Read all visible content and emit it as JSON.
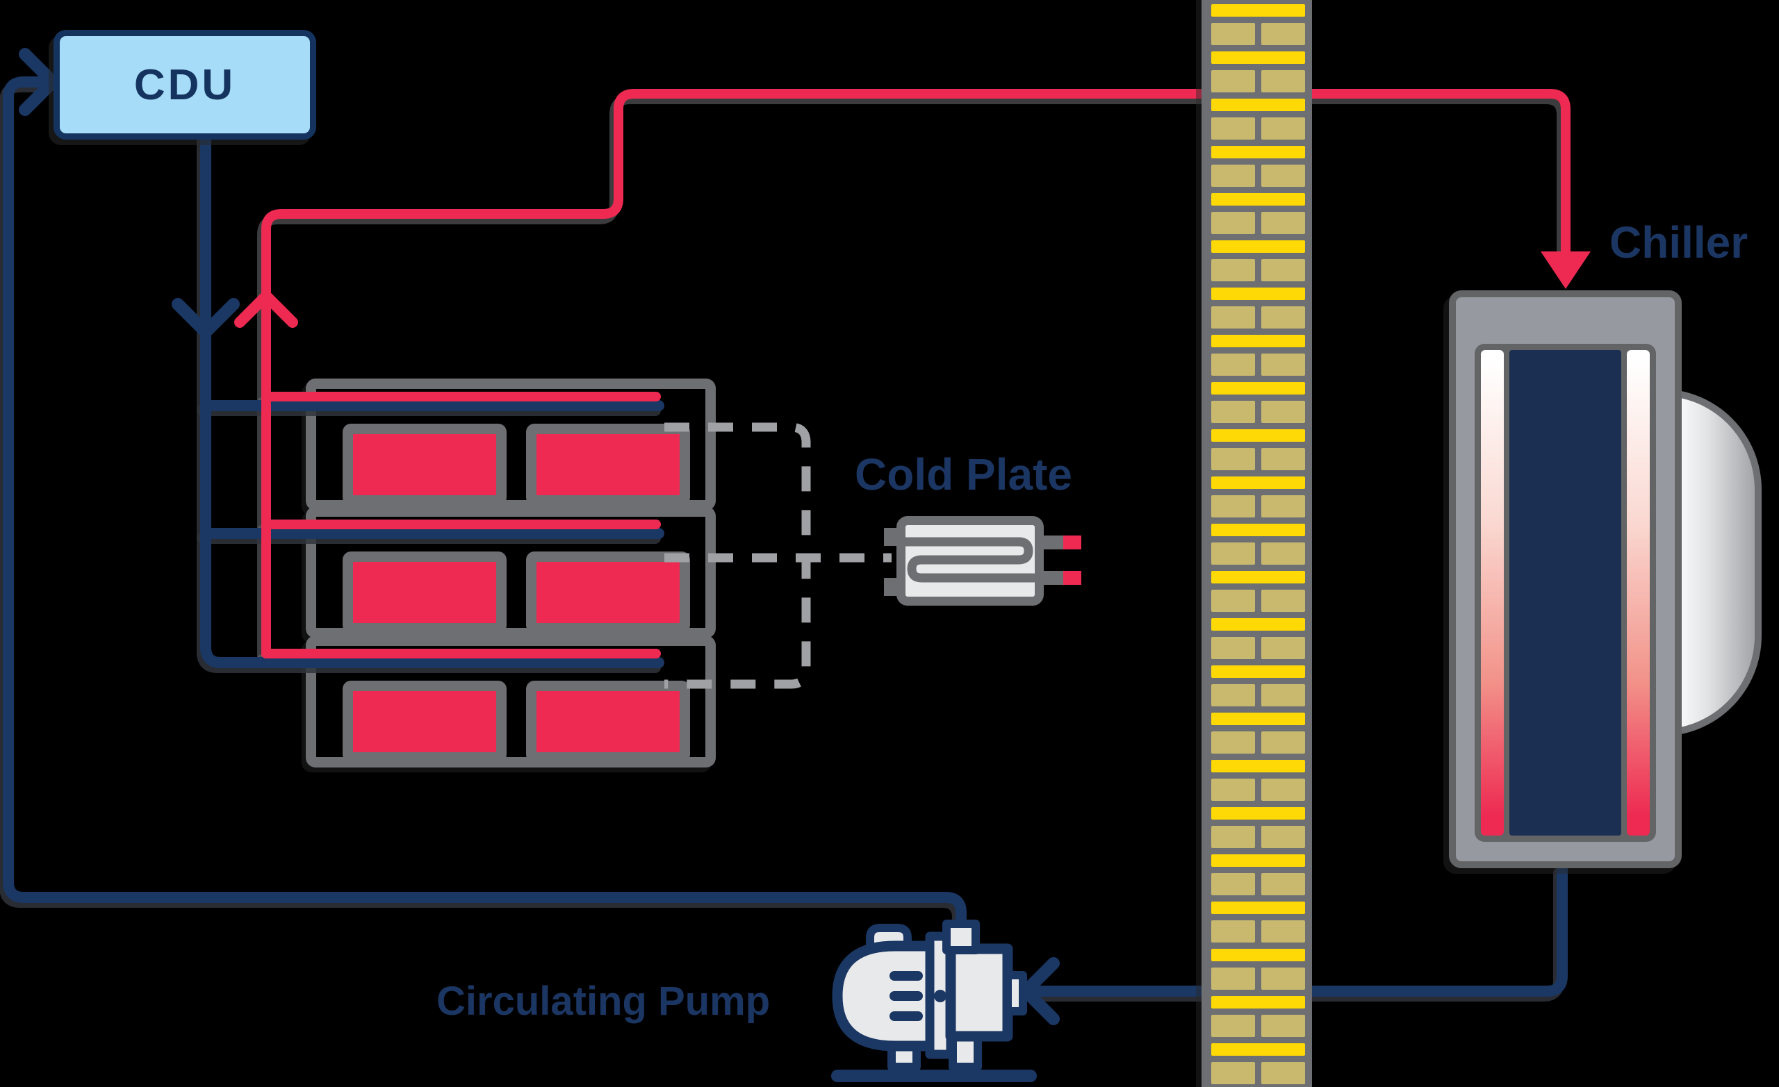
{
  "diagram": {
    "labels": {
      "cdu": "CDU",
      "chiller": "Chiller",
      "cold_plate": "Cold Plate",
      "circulating_pump": "Circulating Pump"
    },
    "icons": {
      "cdu_unit": "cdu-box",
      "server_racks": "server-rack-icon",
      "chips": "chip-icon",
      "cold_plate": "cold-plate-icon",
      "brick_wall": "brick-wall-icon",
      "chiller": "chiller-icon",
      "circulating_pump": "circulating-pump-icon",
      "hot_flow_arrow": "arrow-up-icon",
      "cold_flow_arrow": "arrow-down-icon"
    },
    "colors": {
      "background": "#000000",
      "hot_line_red": "#EE2A52",
      "cold_line_navy": "#1B3763",
      "cdu_fill": "#A6DCF7",
      "cdu_border": "#14345F",
      "label_text": "#1C3663",
      "frame_gray": "#6E6F72",
      "dashed_gray": "#9FA1A4",
      "panel_light": "#E8E9EA",
      "brick_yellow": "#FFD905",
      "brick_tan": "#C8B96F",
      "chiller_body": "#96999F",
      "chiller_core_navy": "#1A2F52",
      "chip_red": "#EE2A52"
    }
  }
}
